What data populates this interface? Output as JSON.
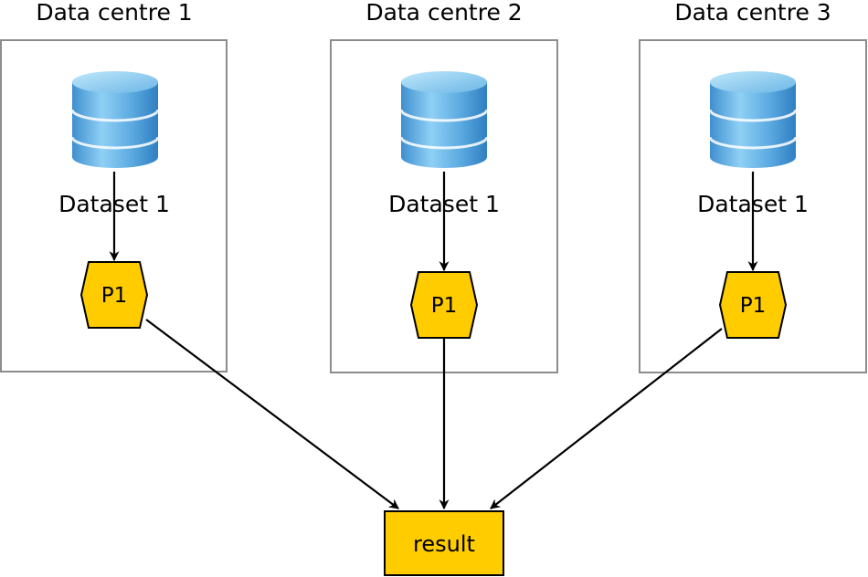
{
  "data_centres": [
    {
      "title": "Data centre 1",
      "dataset": "Dataset 1",
      "process": "P1"
    },
    {
      "title": "Data centre 2",
      "dataset": "Dataset 1",
      "process": "P1"
    },
    {
      "title": "Data centre 3",
      "dataset": "Dataset 1",
      "process": "P1"
    }
  ],
  "result": {
    "label": "result"
  },
  "colors": {
    "process_fill": "#ffcc00",
    "database_fill": "#6fb7e6",
    "box_stroke": "#8c8c8c"
  },
  "icons": {
    "dataset": "database-icon",
    "process": "hexagon-shape"
  }
}
